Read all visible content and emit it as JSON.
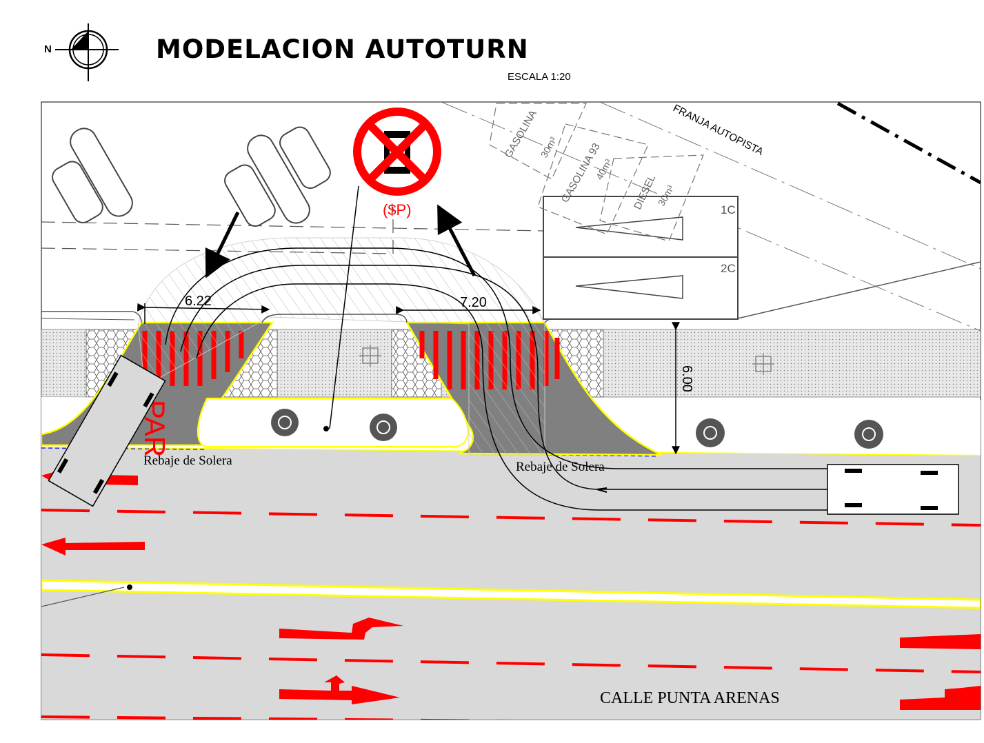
{
  "header": {
    "title": "MODELACION AUTOTURN",
    "scale": "ESCALA 1:20",
    "north_label": "N"
  },
  "plan": {
    "street_name": "CALLE PUNTA ARENAS",
    "curb_cut_left": "Rebaje de Solera",
    "curb_cut_right": "Rebaje de Solera",
    "dim_left": "6.22",
    "dim_right": "7.20",
    "dim_sidewalk": "6.00",
    "sign_text": "($P)",
    "franja": "FRANJA AUTOPISTA",
    "tank_gasolina": "GASOLINA",
    "tank_gasolina_93": "GASOLINA 93",
    "tank_gasolina_93_vol": "40m³",
    "tank_diesel": "DIESEL",
    "tank_diesel_vol": "30m³",
    "tank_top_vol": "30m³",
    "pump_1": "1C",
    "pump_2": "2C",
    "parking_text": "PAR"
  },
  "colors": {
    "road": "#d9d9d9",
    "marking_red": "#ff0000",
    "curb_yellow": "#ffff00",
    "ramp_gray": "#808080"
  }
}
